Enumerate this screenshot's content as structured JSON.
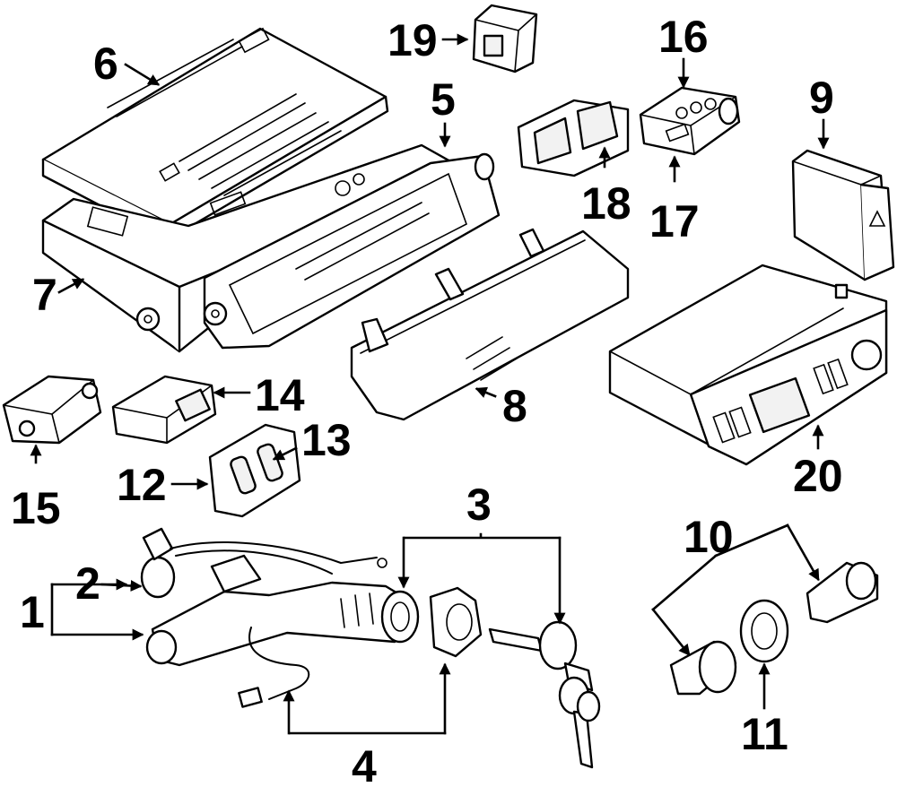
{
  "callouts": {
    "c1": "1",
    "c2": "2",
    "c3": "3",
    "c4": "4",
    "c5": "5",
    "c6": "6",
    "c7": "7",
    "c8": "8",
    "c9": "9",
    "c10": "10",
    "c11": "11",
    "c12": "12",
    "c13": "13",
    "c14": "14",
    "c15": "15",
    "c16": "16",
    "c17": "17",
    "c18": "18",
    "c19": "19",
    "c20": "20"
  },
  "icons": [
    "hazard-triangle-icon"
  ],
  "colors": {
    "ink": "#000000",
    "paper": "#ffffff"
  }
}
